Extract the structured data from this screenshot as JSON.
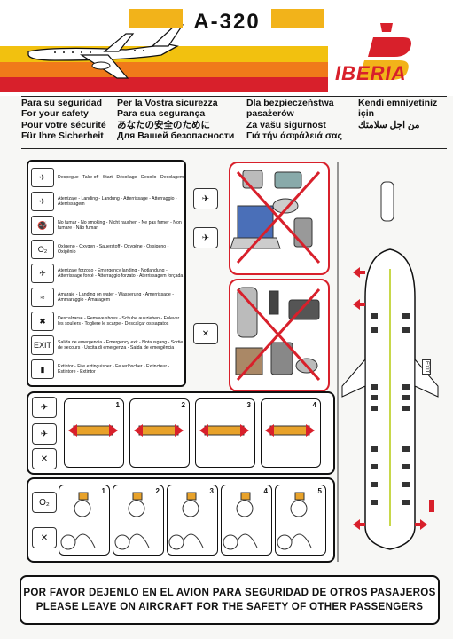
{
  "header": {
    "model": "A-320",
    "brand": "IBERIA"
  },
  "safety_langs": [
    [
      "Para su seguridad",
      "For your safety",
      "Pour votre sécurité",
      "Für Ihre Sicherheit"
    ],
    [
      "Per la Vostra sicurezza",
      "Para sua segurança",
      "あなたの安全のために",
      "Для Вашей безопасности"
    ],
    [
      "Dla bezpieczeństwa pasażerów",
      "Za vašu sigurnost",
      "Γιά τήν άσφάλειά σας",
      ""
    ],
    [
      "Kendi emniyetiniz için",
      "من اجل سلامتك",
      "",
      ""
    ]
  ],
  "legend": [
    {
      "icon": "takeoff-icon",
      "glyph": "✈",
      "text": "Despegue - Take off - Start - Décollage - Decollo - Decolagem"
    },
    {
      "icon": "landing-icon",
      "glyph": "✈",
      "text": "Aterrizaje - Landing - Landung - Atterrissage - Atterraggio - Aterrissagem"
    },
    {
      "icon": "no-smoking-icon",
      "glyph": "🚭",
      "text": "No fumar - No smoking - Nicht rauchen - Ne pas fumer - Non fumare - Não fumar"
    },
    {
      "icon": "oxygen-icon",
      "glyph": "O₂",
      "text": "Oxígeno - Oxygen - Sauerstoff - Oxygène - Ossigeno - Oxigênio"
    },
    {
      "icon": "emergency-landing-icon",
      "glyph": "✈",
      "text": "Aterrizaje forzoso - Emergency landing - Notlandung - Atterrissage forcé - Atterraggio forzato - Aterrissagem forçada"
    },
    {
      "icon": "ditching-icon",
      "glyph": "≈",
      "text": "Amaraje - Landing on water - Wasserung - Amerrissage - Ammaraggio - Amaragem"
    },
    {
      "icon": "remove-shoes-icon",
      "glyph": "✖",
      "text": "Descalzarse - Remove shoes - Schuhe ausziehen - Enlever les souliers - Togliere le scarpe - Descalçar os sapatos"
    },
    {
      "icon": "exit-icon",
      "glyph": "EXIT",
      "text": "Salida de emergencia - Emergency exit - Notausgang - Sortie de secours - Uscita di emergenza - Saída de emergência"
    },
    {
      "icon": "extinguisher-icon",
      "glyph": "▮",
      "text": "Extintor - Fire extinguisher - Feuerlöscher - Extincteur - Estintore - Extintor"
    }
  ],
  "steps_belt": [
    "1",
    "2",
    "3",
    "4"
  ],
  "steps_oxygen": [
    "1",
    "2",
    "3",
    "4",
    "5"
  ],
  "fuselage_label": "EXIT",
  "footer": {
    "line1": "POR FAVOR DEJENLO EN EL AVION PARA SEGURIDAD DE OTROS PASAJEROS",
    "line2": "PLEASE LEAVE ON AIRCRAFT FOR THE SAFETY OF OTHER PASSENGERS"
  }
}
